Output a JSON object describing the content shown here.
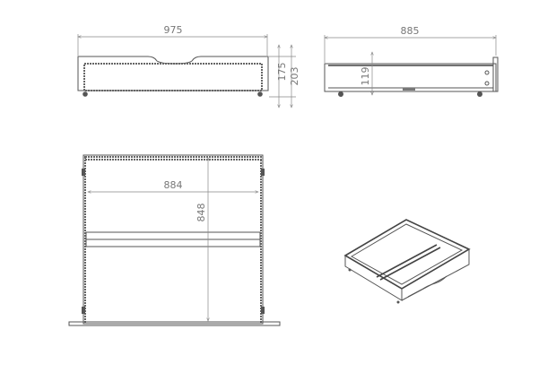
{
  "front_view": {
    "width_label": "975",
    "inner_height_label": "175",
    "total_height_label": "203"
  },
  "side_view": {
    "depth_label": "885",
    "height_label": "119"
  },
  "plan_view": {
    "inner_width_label": "884",
    "inner_depth_label": "848"
  },
  "colors": {
    "line": "#555555",
    "dimension": "#888888"
  }
}
